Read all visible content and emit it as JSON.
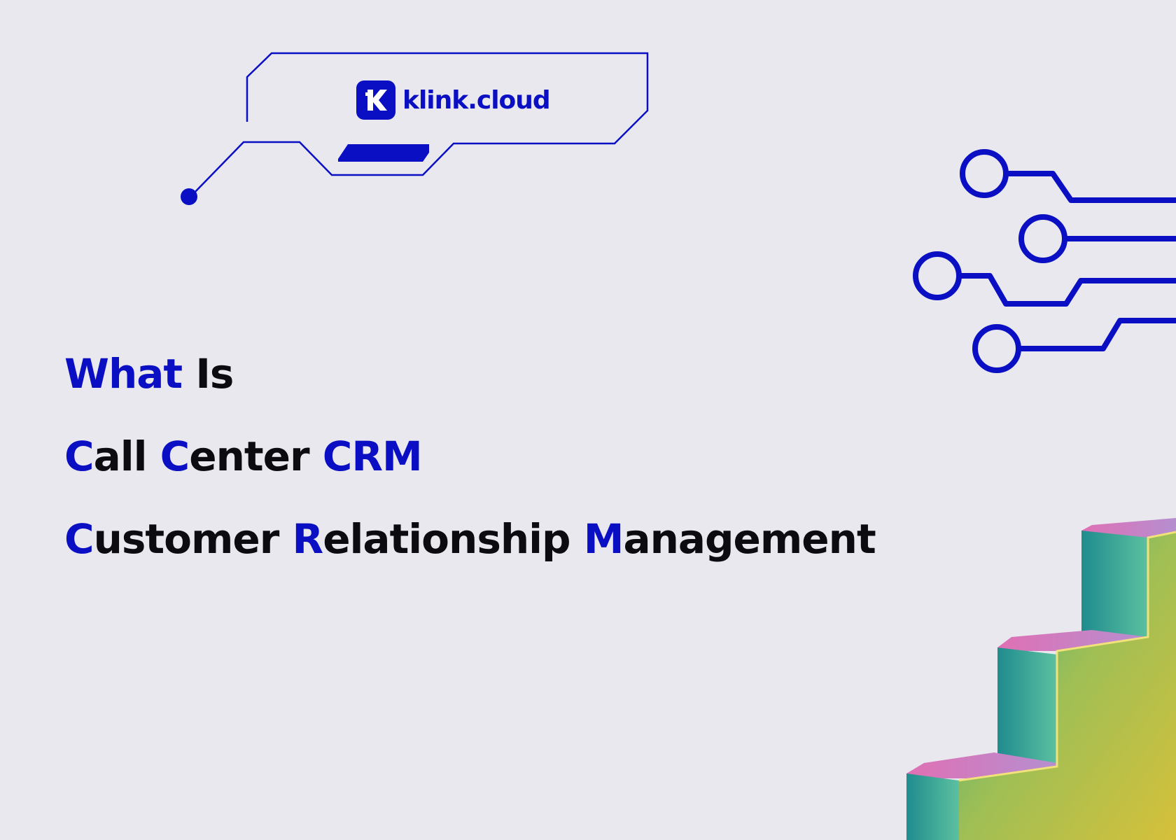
{
  "brand": {
    "name": "klink.cloud",
    "logo_icon": "k-logo-icon"
  },
  "headline": {
    "line1": [
      {
        "text": "What",
        "accent": true
      },
      {
        "text": " ",
        "accent": false
      },
      {
        "text": "Is",
        "accent": false
      }
    ],
    "line2": [
      {
        "text": "C",
        "accent": true
      },
      {
        "text": "all ",
        "accent": false
      },
      {
        "text": "C",
        "accent": true
      },
      {
        "text": "enter ",
        "accent": false
      },
      {
        "text": "CRM",
        "accent": true
      }
    ],
    "line3": [
      {
        "text": "C",
        "accent": true
      },
      {
        "text": "ustomer ",
        "accent": false
      },
      {
        "text": "R",
        "accent": true
      },
      {
        "text": "elationship ",
        "accent": false
      },
      {
        "text": "M",
        "accent": true
      },
      {
        "text": "anagement",
        "accent": false
      }
    ]
  },
  "colors": {
    "accent": "#0a0fc4",
    "text": "#0b0b10",
    "background": "#e8e8ee"
  },
  "decorations": [
    "circuit-frame",
    "circuit-lines",
    "staircase-3d-graphic"
  ]
}
